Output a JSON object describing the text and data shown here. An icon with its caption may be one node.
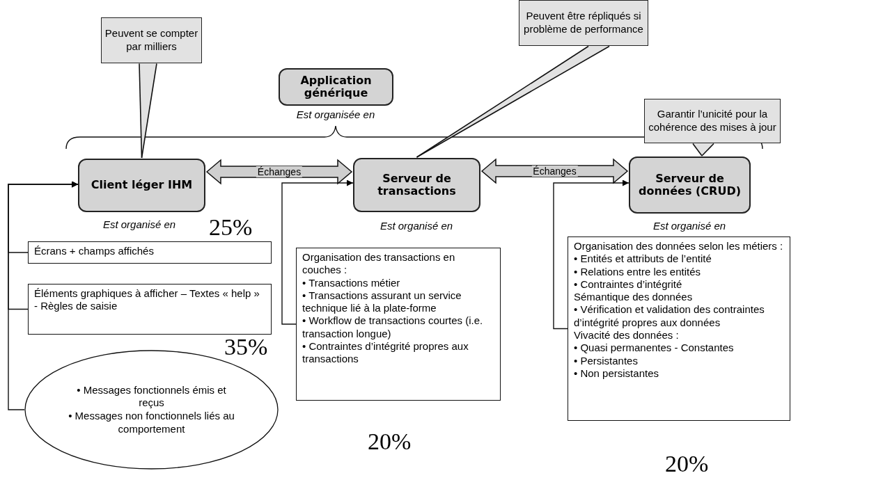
{
  "diagram": {
    "nodes": [
      {
        "text": [
          "Application générique"
        ],
        "beside": [
          "Est organisée en"
        ]
      },
      {
        "text": [
          "Client léger IHM"
        ],
        "beside": [
          "Est organisé en"
        ]
      },
      {
        "text": [
          "Serveur de transactions"
        ],
        "beside": [
          "Est organisé en"
        ]
      },
      {
        "text": [
          "Serveur de données (CRUD)"
        ],
        "beside": [
          "Est organisé en"
        ]
      },
      {
        "text": [
          "Peuvent se compter par milliers"
        ]
      },
      {
        "text": [
          "Peuvent être répliqués si problème de performance"
        ]
      },
      {
        "text": [
          "Garantir l’unicité pour la cohérence des mises à jour"
        ]
      },
      {
        "text": [
          "Écrans + champs affichés"
        ]
      },
      {
        "text": [
          "Éléments graphiques à afficher – Textes « help » - Règles de saisie"
        ]
      },
      {
        "text": [
          "• Messages fonctionnels émis et reçus",
          "• Messages non fonctionnels liés au comportement"
        ]
      },
      {
        "text": [
          "Organisation des transactions en couches :",
          "• Transactions métier",
          "• Transactions assurant un service technique lié à la plate-forme",
          "• Workflow de transactions courtes (i.e. transaction longue)",
          "• Contraintes d’intégrité propres aux transactions"
        ]
      },
      {
        "text": [
          "Organisation des données selon les métiers :",
          "• Entités et attributs de l’entité",
          "• Relations entre les entités",
          "• Contraintes d’intégrité",
          "Sémantique des données",
          "• Vérification et validation des contraintes d’intégrité propres aux données",
          "Vivacité des données :",
          "• Quasi permanentes - Constantes",
          "• Persistantes",
          "• Non persistantes"
        ]
      }
    ],
    "edges": [
      {
        "from": 1,
        "to": 2,
        "arrow": "both",
        "label": "Échanges",
        "style": "thick"
      },
      {
        "from": 2,
        "to": 3,
        "arrow": "both",
        "label": "Échanges",
        "style": "thick"
      },
      {
        "from": 4,
        "to": 1,
        "arrow": "none"
      },
      {
        "from": 5,
        "to": 2,
        "arrow": "none"
      },
      {
        "from": 6,
        "to": 3,
        "arrow": "none"
      },
      {
        "from": 7,
        "to": 1,
        "arrow": "to"
      },
      {
        "from": 8,
        "to": 1,
        "arrow": "to"
      },
      {
        "from": 9,
        "to": 1,
        "arrow": "to"
      },
      {
        "from": 10,
        "to": 2,
        "arrow": "to"
      },
      {
        "from": 11,
        "to": 3,
        "arrow": "to"
      }
    ],
    "labels": [
      "25%",
      "35%",
      "20%",
      "20%"
    ]
  }
}
